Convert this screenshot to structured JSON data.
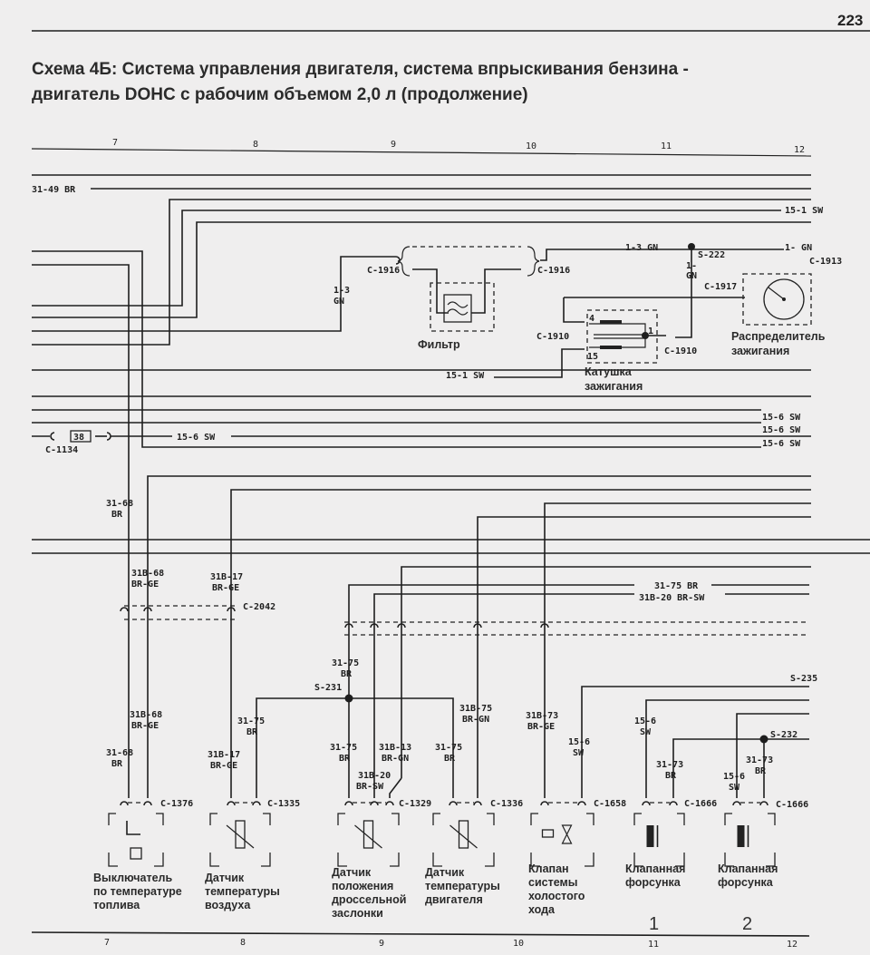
{
  "page_number": "223",
  "title": {
    "line1": "Схема 4Б: Система управления двигателя, система впрыскивания бензина -",
    "line2": "двигатель DOHC с рабочим объемом 2,0 л (продолжение)"
  },
  "columns_top": [
    "7",
    "8",
    "9",
    "10",
    "11",
    "12"
  ],
  "columns_bottom": [
    "7",
    "8",
    "9",
    "10",
    "11",
    "12"
  ],
  "wires": {
    "w3149": "31-49 BR",
    "w151_top": "15-1 SW",
    "w13gn_right": "1-3 GN",
    "w1gn_end": "1- GN",
    "s222": "S-222",
    "w1gn_a": "1-",
    "w1gn_b": "GN",
    "c1913": "C-1913",
    "c1917": "C-1917",
    "c1916_left": "C-1916",
    "c1916_right": "C-1916",
    "w13_a": "1-3",
    "w13_b": "GN",
    "c1910_left": "C-1910",
    "c1910_right": "C-1910",
    "coil_pin4": "4",
    "coil_pin1": "1",
    "coil_pin15": "15",
    "w151_mid": "15-1 SW",
    "w156_r1": "15-6 SW",
    "w156_r2": "15-6 SW",
    "w156_r3": "15-6 SW",
    "c1134": "C-1134",
    "fuse": "38",
    "w156_left": "15-6 SW",
    "w3168_top_a": "31-68",
    "w3168_top_b": "BR",
    "w31b68_top_a": "31B-68",
    "w31b68_top_b": "BR-GE",
    "w31b17_top_a": "31B-17",
    "w31b17_top_b": "BR-GE",
    "c2042": "C-2042",
    "w3175_h": "31-75 BR",
    "w31b20_h": "31B-20 BR-SW",
    "w3175_s_a": "31-75",
    "w3175_s_b": "BR",
    "s231": "S-231",
    "w31b68_mid_a": "31B-68",
    "w31b68_mid_b": "BR-GE",
    "w3175_air_a": "31-75",
    "w3175_air_b": "BR",
    "w31b75_a": "31B-75",
    "w31b75_b": "BR-GN",
    "w31b73_a": "31B-73",
    "w31b73_b": "BR-GE",
    "s235": "S-235",
    "w156_inj1_a": "15-6",
    "w156_inj1_b": "SW",
    "s232": "S-232",
    "w3168_bot_a": "31-68",
    "w3168_bot_b": "BR",
    "w31b17_bot_a": "31B-17",
    "w31b17_bot_b": "BR-GE",
    "w3175_tp_a": "31-75",
    "w3175_tp_b": "BR",
    "w31b13_a": "31B-13",
    "w31b13_b": "BR-GN",
    "w3175_et_a": "31-75",
    "w3175_et_b": "BR",
    "w31b20_a": "31B-20",
    "w31b20_b": "BR-SW",
    "w156_idle_a": "15-6",
    "w156_idle_b": "SW",
    "w3173_1_a": "31-73",
    "w3173_1_b": "BR",
    "w3173_2_a": "31-73",
    "w3173_2_b": "BR",
    "w156_inj2_a": "15-6",
    "w156_inj2_b": "SW",
    "c1376": "C-1376",
    "c1335": "C-1335",
    "c1329": "C-1329",
    "c1336": "C-1336",
    "c1658": "C-1658",
    "c1666_1": "C-1666",
    "c1666_2": "C-1666"
  },
  "components": {
    "filter": "Фильтр",
    "coil": [
      "Катушка",
      "зажигания"
    ],
    "distributor": [
      "Распределитель",
      "зажигания"
    ],
    "fuel_temp_switch": [
      "Выключатель",
      "по температуре",
      "топлива"
    ],
    "air_temp_sensor": [
      "Датчик",
      "температуры",
      "воздуха"
    ],
    "throttle_sensor": [
      "Датчик",
      "положения",
      "дроссельной",
      "заслонки"
    ],
    "engine_temp_sensor": [
      "Датчик",
      "температуры",
      "двигателя"
    ],
    "idle_valve": [
      "Клапан",
      "системы",
      "холостого",
      "хода"
    ],
    "injector1": [
      "Клапанная",
      "форсунка"
    ],
    "injector2": [
      "Клапанная",
      "форсунка"
    ]
  },
  "injector_numbers": [
    "1",
    "2"
  ]
}
